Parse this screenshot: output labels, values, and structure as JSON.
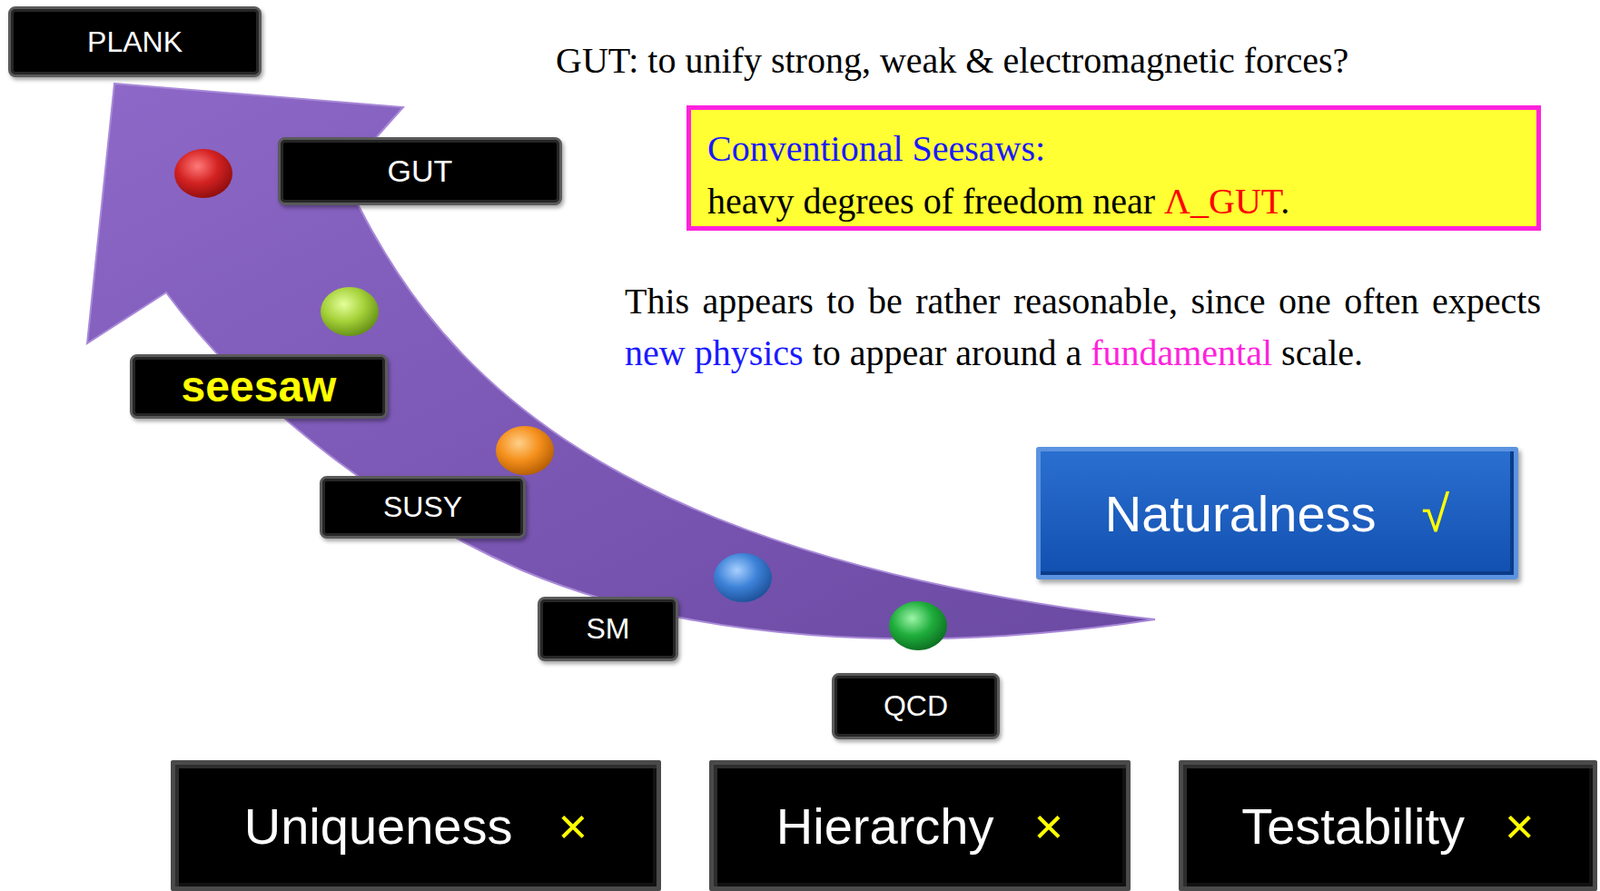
{
  "diagram": {
    "nodes": [
      {
        "text": [
          "PLANK"
        ]
      },
      {
        "text": [
          "GUT"
        ]
      },
      {
        "text": [
          "Conventional Seesaws:",
          "heavy degrees of freedom near",
          "Λ_GUT",
          "."
        ]
      },
      {
        "text": [
          "seesaw"
        ]
      },
      {
        "text": [
          "Naturalness",
          "√"
        ]
      },
      {
        "text": [
          "SUSY"
        ]
      },
      {
        "text": [
          "SM"
        ]
      },
      {
        "text": [
          "QCD"
        ]
      },
      {
        "text": [
          "Uniqueness",
          "×"
        ]
      },
      {
        "text": [
          "Hierarchy",
          "×"
        ]
      },
      {
        "text": [
          "Testability",
          "×"
        ]
      }
    ],
    "labels": [
      "GUT: to unify strong, weak & electromagnetic forces?",
      "This appears to be rather reasonable, since one often expects",
      "new physics",
      "to appear around a",
      "fundamental",
      "scale."
    ]
  }
}
